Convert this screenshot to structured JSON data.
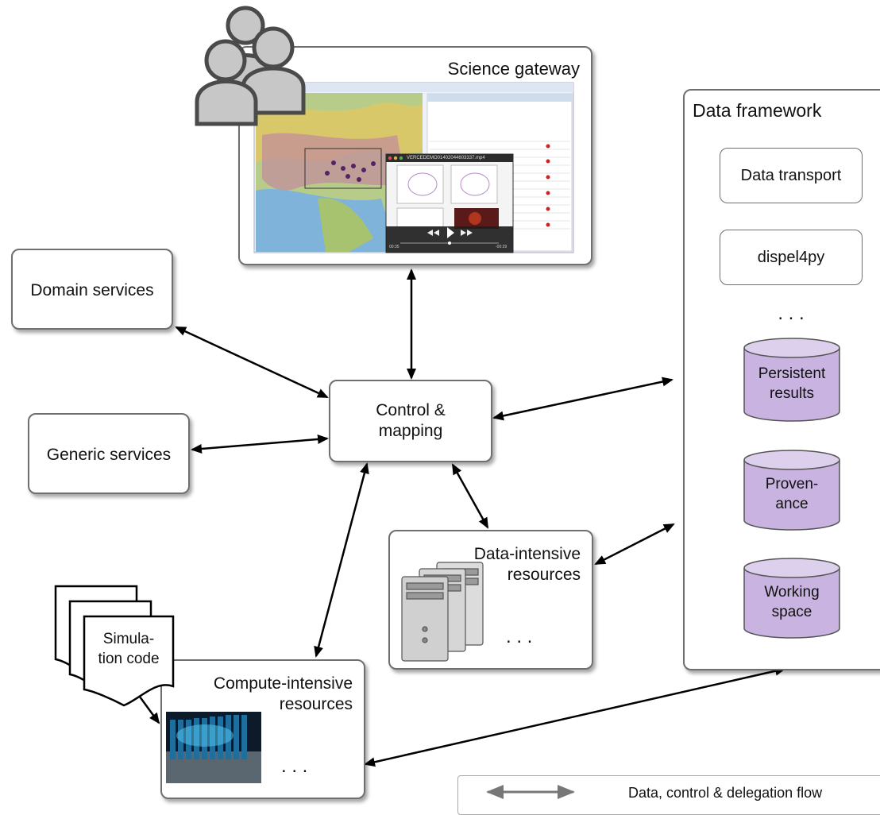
{
  "gateway": {
    "title": "Science gateway"
  },
  "data_framework": {
    "title": "Data framework",
    "items": [
      "Data transport",
      "dispel4py"
    ],
    "ellipsis": ". . .",
    "stores": [
      {
        "line1": "Persistent",
        "line2": "results"
      },
      {
        "line1": "Proven-",
        "line2": "ance"
      },
      {
        "line1": "Working",
        "line2": "space"
      }
    ]
  },
  "domain_services": "Domain services",
  "generic_services": "Generic services",
  "control": {
    "line1": "Control &",
    "line2": "mapping"
  },
  "data_resources": {
    "line1": "Data-intensive",
    "line2": "resources",
    "ellipsis": ". . ."
  },
  "compute_resources": {
    "line1": "Compute-intensive",
    "line2": "resources",
    "ellipsis": ". . ."
  },
  "simulation": {
    "line1": "Simula-",
    "line2": "tion code"
  },
  "legend": {
    "label": "Data, control & delegation flow"
  },
  "screenshot": {
    "video_title": "VERCEDEMO01402044603337.mp4",
    "time_start": "00:35",
    "time_end": "-00:29"
  },
  "colors": {
    "cylinder": "#c9b3e0",
    "cylinder_top": "#ddd0ec",
    "box_border": "#6f6f6f",
    "arrow": "#000000"
  }
}
